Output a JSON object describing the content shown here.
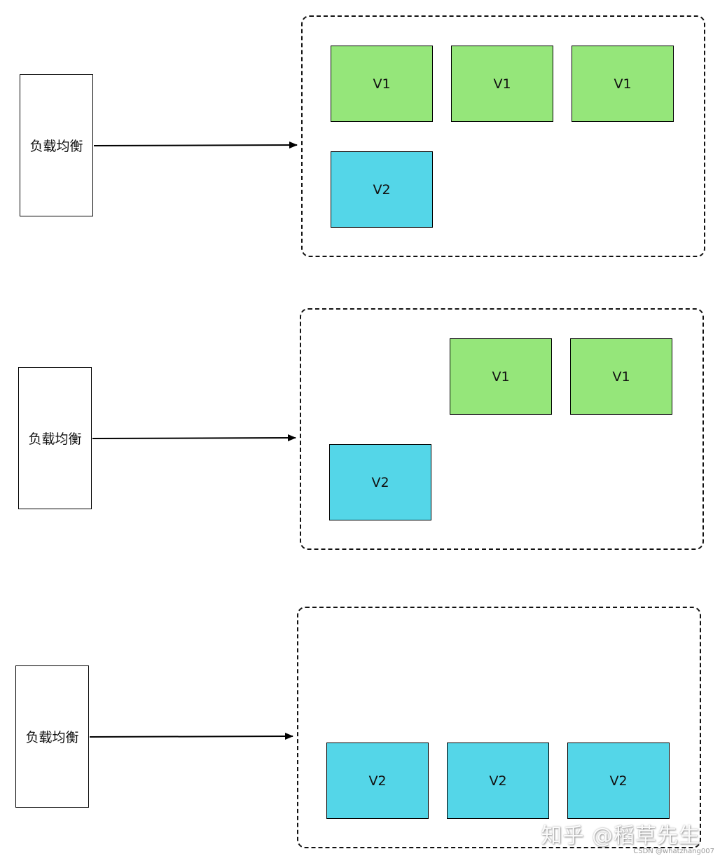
{
  "load_balancer_label": "负载均衡",
  "rows": [
    {
      "load_balancer": "负载均衡",
      "pods": [
        "V1",
        "V1",
        "V1",
        "V2"
      ]
    },
    {
      "load_balancer": "负载均衡",
      "pods": [
        "V1",
        "V1",
        "V2"
      ]
    },
    {
      "load_balancer": "负载均衡",
      "pods": [
        "V2",
        "V2",
        "V2"
      ]
    }
  ],
  "colors": {
    "v1": "#95e67a",
    "v2": "#54d6e8"
  },
  "watermark": "知乎 @稻草先生",
  "credit": "CSDN @whatzhang007"
}
